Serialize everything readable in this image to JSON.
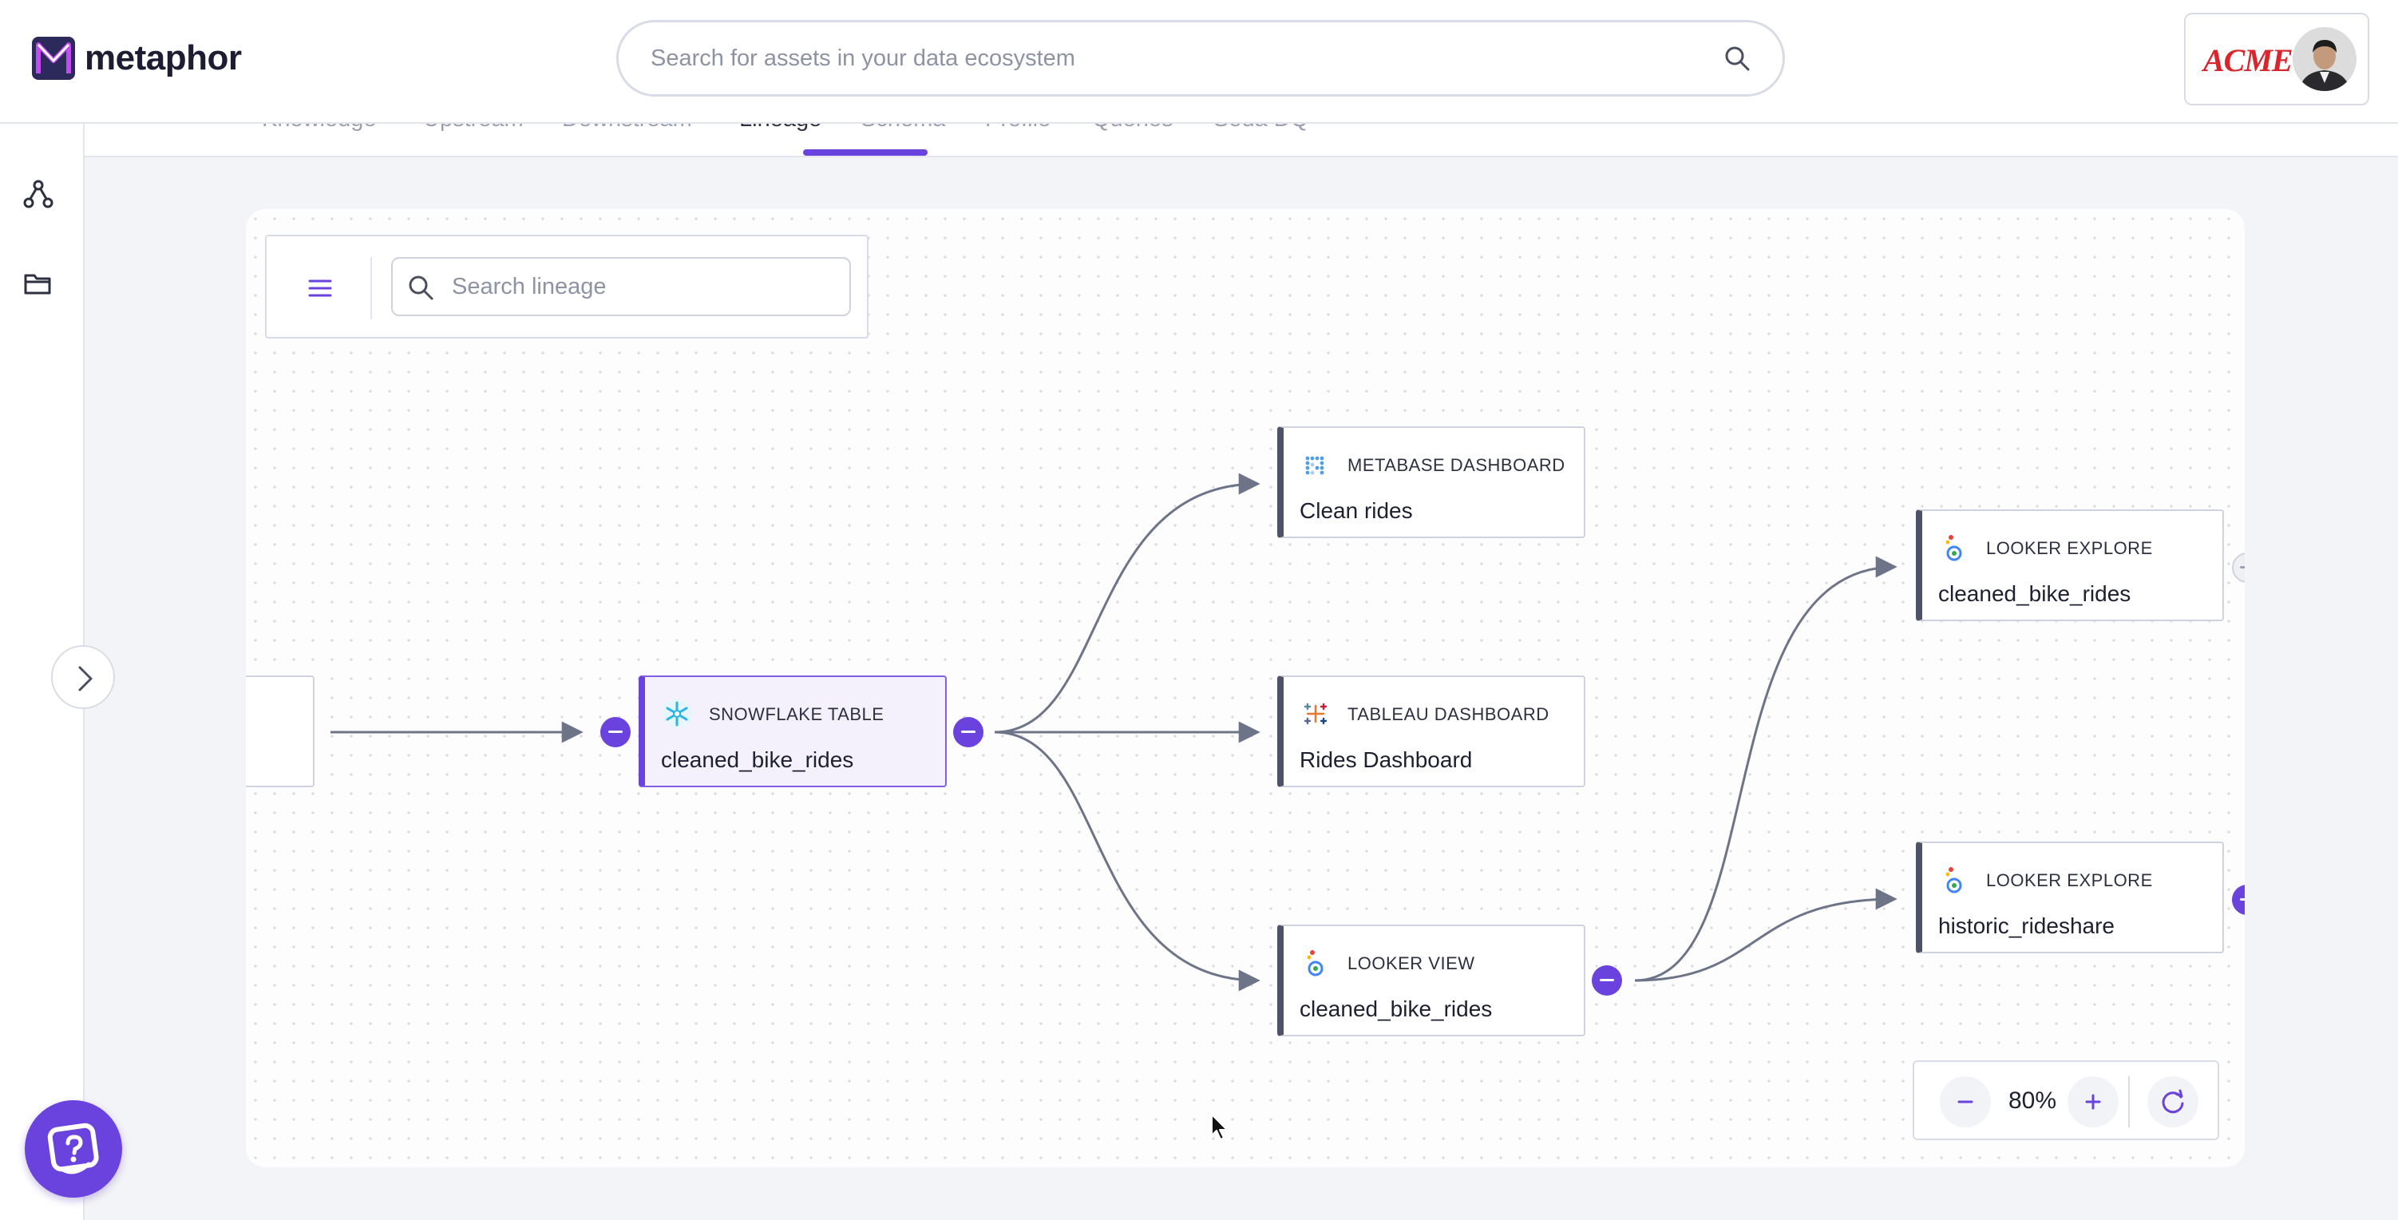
{
  "brand": {
    "name": "metaphor",
    "account_logo_text": "ACME"
  },
  "search": {
    "placeholder": "Search for assets in your data ecosystem"
  },
  "tabs": [
    {
      "label": "Knowledge"
    },
    {
      "label": "Upstream"
    },
    {
      "label": "Downstream"
    },
    {
      "label": "Lineage",
      "active": true
    },
    {
      "label": "Schema"
    },
    {
      "label": "Profile"
    },
    {
      "label": "Queries"
    },
    {
      "label": "Soda DQ"
    }
  ],
  "lineage": {
    "search_placeholder": "Search lineage",
    "zoom_level": "80%",
    "nodes": {
      "snowflake": {
        "type": "SNOWFLAKE TABLE",
        "name": "cleaned_bike_rides"
      },
      "metabase": {
        "type": "METABASE DASHBOARD",
        "name": "Clean rides"
      },
      "tableau": {
        "type": "TABLEAU DASHBOARD",
        "name": "Rides Dashboard"
      },
      "looker_view": {
        "type": "LOOKER VIEW",
        "name": "cleaned_bike_rides"
      },
      "looker_explore_1": {
        "type": "LOOKER EXPLORE",
        "name": "cleaned_bike_rides"
      },
      "looker_explore_2": {
        "type": "LOOKER EXPLORE",
        "name": "historic_rideshare"
      }
    }
  },
  "colors": {
    "accent": "#6a42dd",
    "node_border": "#4c5367",
    "edge": "#6e7488",
    "acme_red": "#d8262c"
  },
  "icons": {
    "search": "magnifier-icon",
    "lineage_rail": "lineage-graph-icon",
    "folder_rail": "folder-icon",
    "menu": "hamburger-menu-icon",
    "help": "help-chat-icon"
  }
}
